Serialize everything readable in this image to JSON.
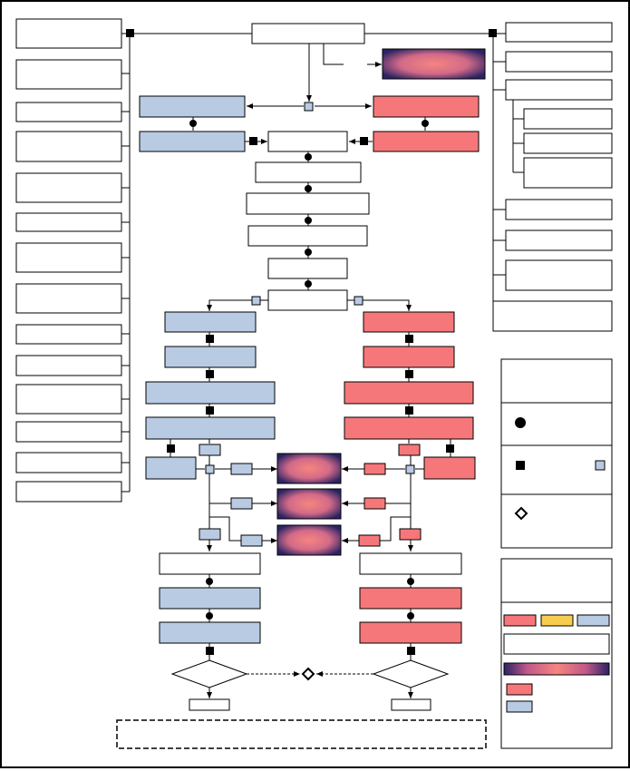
{
  "colors": {
    "blue": "#b9cbe3",
    "red": "#f6777a",
    "yellow": "#f7cd4f",
    "line": "#000000",
    "white": "#ffffff",
    "gradient_stops": [
      "#2b2363",
      "#c0588a",
      "#f6857f",
      "#c0588a",
      "#2b2363"
    ]
  },
  "icons": {
    "circle": "filled-circle-connector-icon",
    "square": "filled-square-connector-icon",
    "small_blue_square": "blue-square-connector-icon",
    "diamond": "diamond-connector-icon",
    "arrow": "arrowhead-icon"
  },
  "legend": {
    "symbols": [
      "filled-circle-connector-icon",
      "filled-square-connector-icon",
      "blue-square-connector-icon",
      "diamond-connector-icon"
    ],
    "color_swatches": [
      "red",
      "yellow",
      "blue"
    ],
    "gradient": "blue-red-blue"
  },
  "labels": {
    "top_node": "",
    "left_column": [
      "",
      "",
      "",
      "",
      "",
      "",
      "",
      "",
      "",
      "",
      "",
      "",
      "",
      ""
    ],
    "right_column": [
      "",
      "",
      "",
      "",
      "",
      "",
      "",
      "",
      "",
      ""
    ],
    "center_chain": [
      "",
      "",
      "",
      "",
      "",
      ""
    ],
    "footer_note": ""
  }
}
